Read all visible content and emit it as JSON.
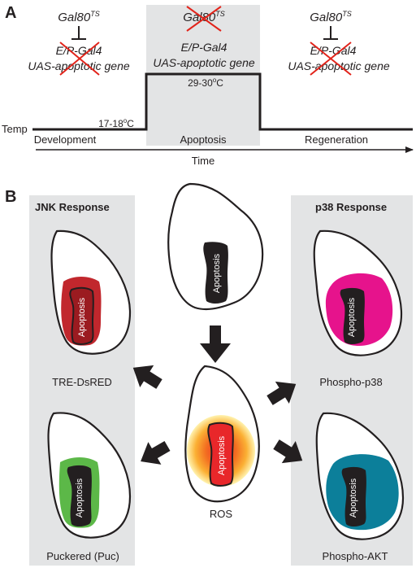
{
  "panelA": {
    "label": "A",
    "gal80_left": "Gal80",
    "gal80_mid": "Gal80",
    "gal80_right": "Gal80",
    "ts": "TS",
    "ep_left": "E/P-Gal4",
    "uas_left": "UAS-apoptotic gene",
    "ep_mid": "E/P-Gal4",
    "uas_mid": "UAS-apoptotic gene",
    "ep_right": "E/P-Gal4",
    "uas_right": "UAS-apoptotic gene",
    "temp_high": "29-30",
    "temp_low": "17-18",
    "deg": "o",
    "celsius": "C",
    "temp_label": "Temp",
    "phase_development": "Development",
    "phase_apoptosis": "Apoptosis",
    "phase_regeneration": "Regeneration",
    "time_label": "Time"
  },
  "panelB": {
    "label": "B",
    "jnk_title": "JNK Response",
    "p38_title": "p38 Response",
    "apoptosis": "Apoptosis",
    "tre_dsred": "TRE-DsRED",
    "puckered": "Puckered (Puc)",
    "ros": "ROS",
    "phospho_p38": "Phospho-p38",
    "phospho_akt": "Phospho-AKT"
  },
  "colors": {
    "gray_box": "#e3e4e5",
    "cross": "#e2231a",
    "dsred": "#c1272d",
    "puc_green": "#5cb848",
    "p38_magenta": "#e6138c",
    "akt_teal": "#0c7f9a",
    "ros_inner": "#e8272a",
    "ros_mid": "#f7941d",
    "ros_outer": "#ffe36e",
    "apoptosis_fill": "#231f20"
  }
}
